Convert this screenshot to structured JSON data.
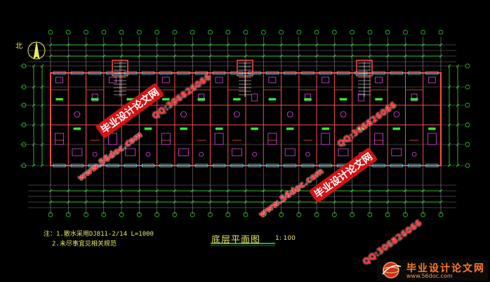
{
  "drawing": {
    "north_label": "北",
    "title": "底层平面图",
    "scale": "1: 100",
    "notes": [
      "注：1.散水采用DJ811-2/14 L=1000",
      "2.未尽事宜见相关规范"
    ]
  },
  "watermarks": {
    "url": "www.56doc.com",
    "brand": "毕业设计论文网",
    "qq": "QQ:306826066"
  },
  "logo": {
    "text": "毕业设计论文网",
    "url": "www.56doc.com"
  },
  "colors": {
    "background": "#000000",
    "wall": "#ff4a4a",
    "dimension": "#3be33b",
    "grid": "#cfcfcf",
    "text": "#e8e86a",
    "furniture": "#e04ae0",
    "window": "#36d7e8",
    "watermark": "#ff2e2e"
  }
}
